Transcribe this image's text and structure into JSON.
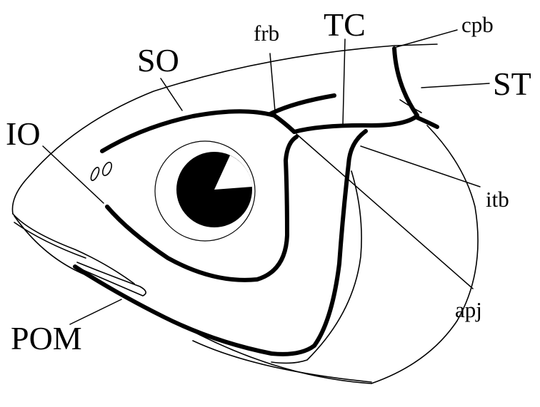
{
  "labels": {
    "so": "SO",
    "frb": "frb",
    "tc": "TC",
    "cpb": "cpb",
    "st": "ST",
    "io": "IO",
    "itb": "itb",
    "apj": "apj",
    "pom": "POM"
  },
  "colors": {
    "line": "#000000",
    "background": "#ffffff"
  }
}
